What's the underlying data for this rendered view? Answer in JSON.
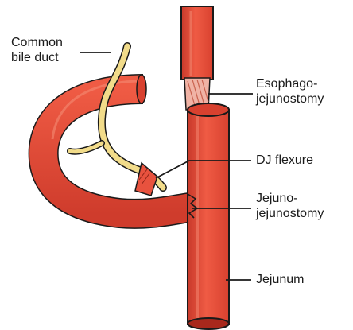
{
  "labels": {
    "common_bile_duct": [
      "Common",
      "bile duct"
    ],
    "esophagojejunostomy": [
      "Esophago-",
      "jejunostomy"
    ],
    "dj_flexure": "DJ flexure",
    "jejunojejunostomy": [
      "Jejuno-",
      "jejunostomy"
    ],
    "jejunum": "Jejunum"
  },
  "colors": {
    "bowel": "#e8523e",
    "bowel_dark": "#b52f22",
    "bowel_highlight": "#f48a73",
    "bile_duct": "#f2dc8a",
    "outline": "#1a1a1a"
  }
}
